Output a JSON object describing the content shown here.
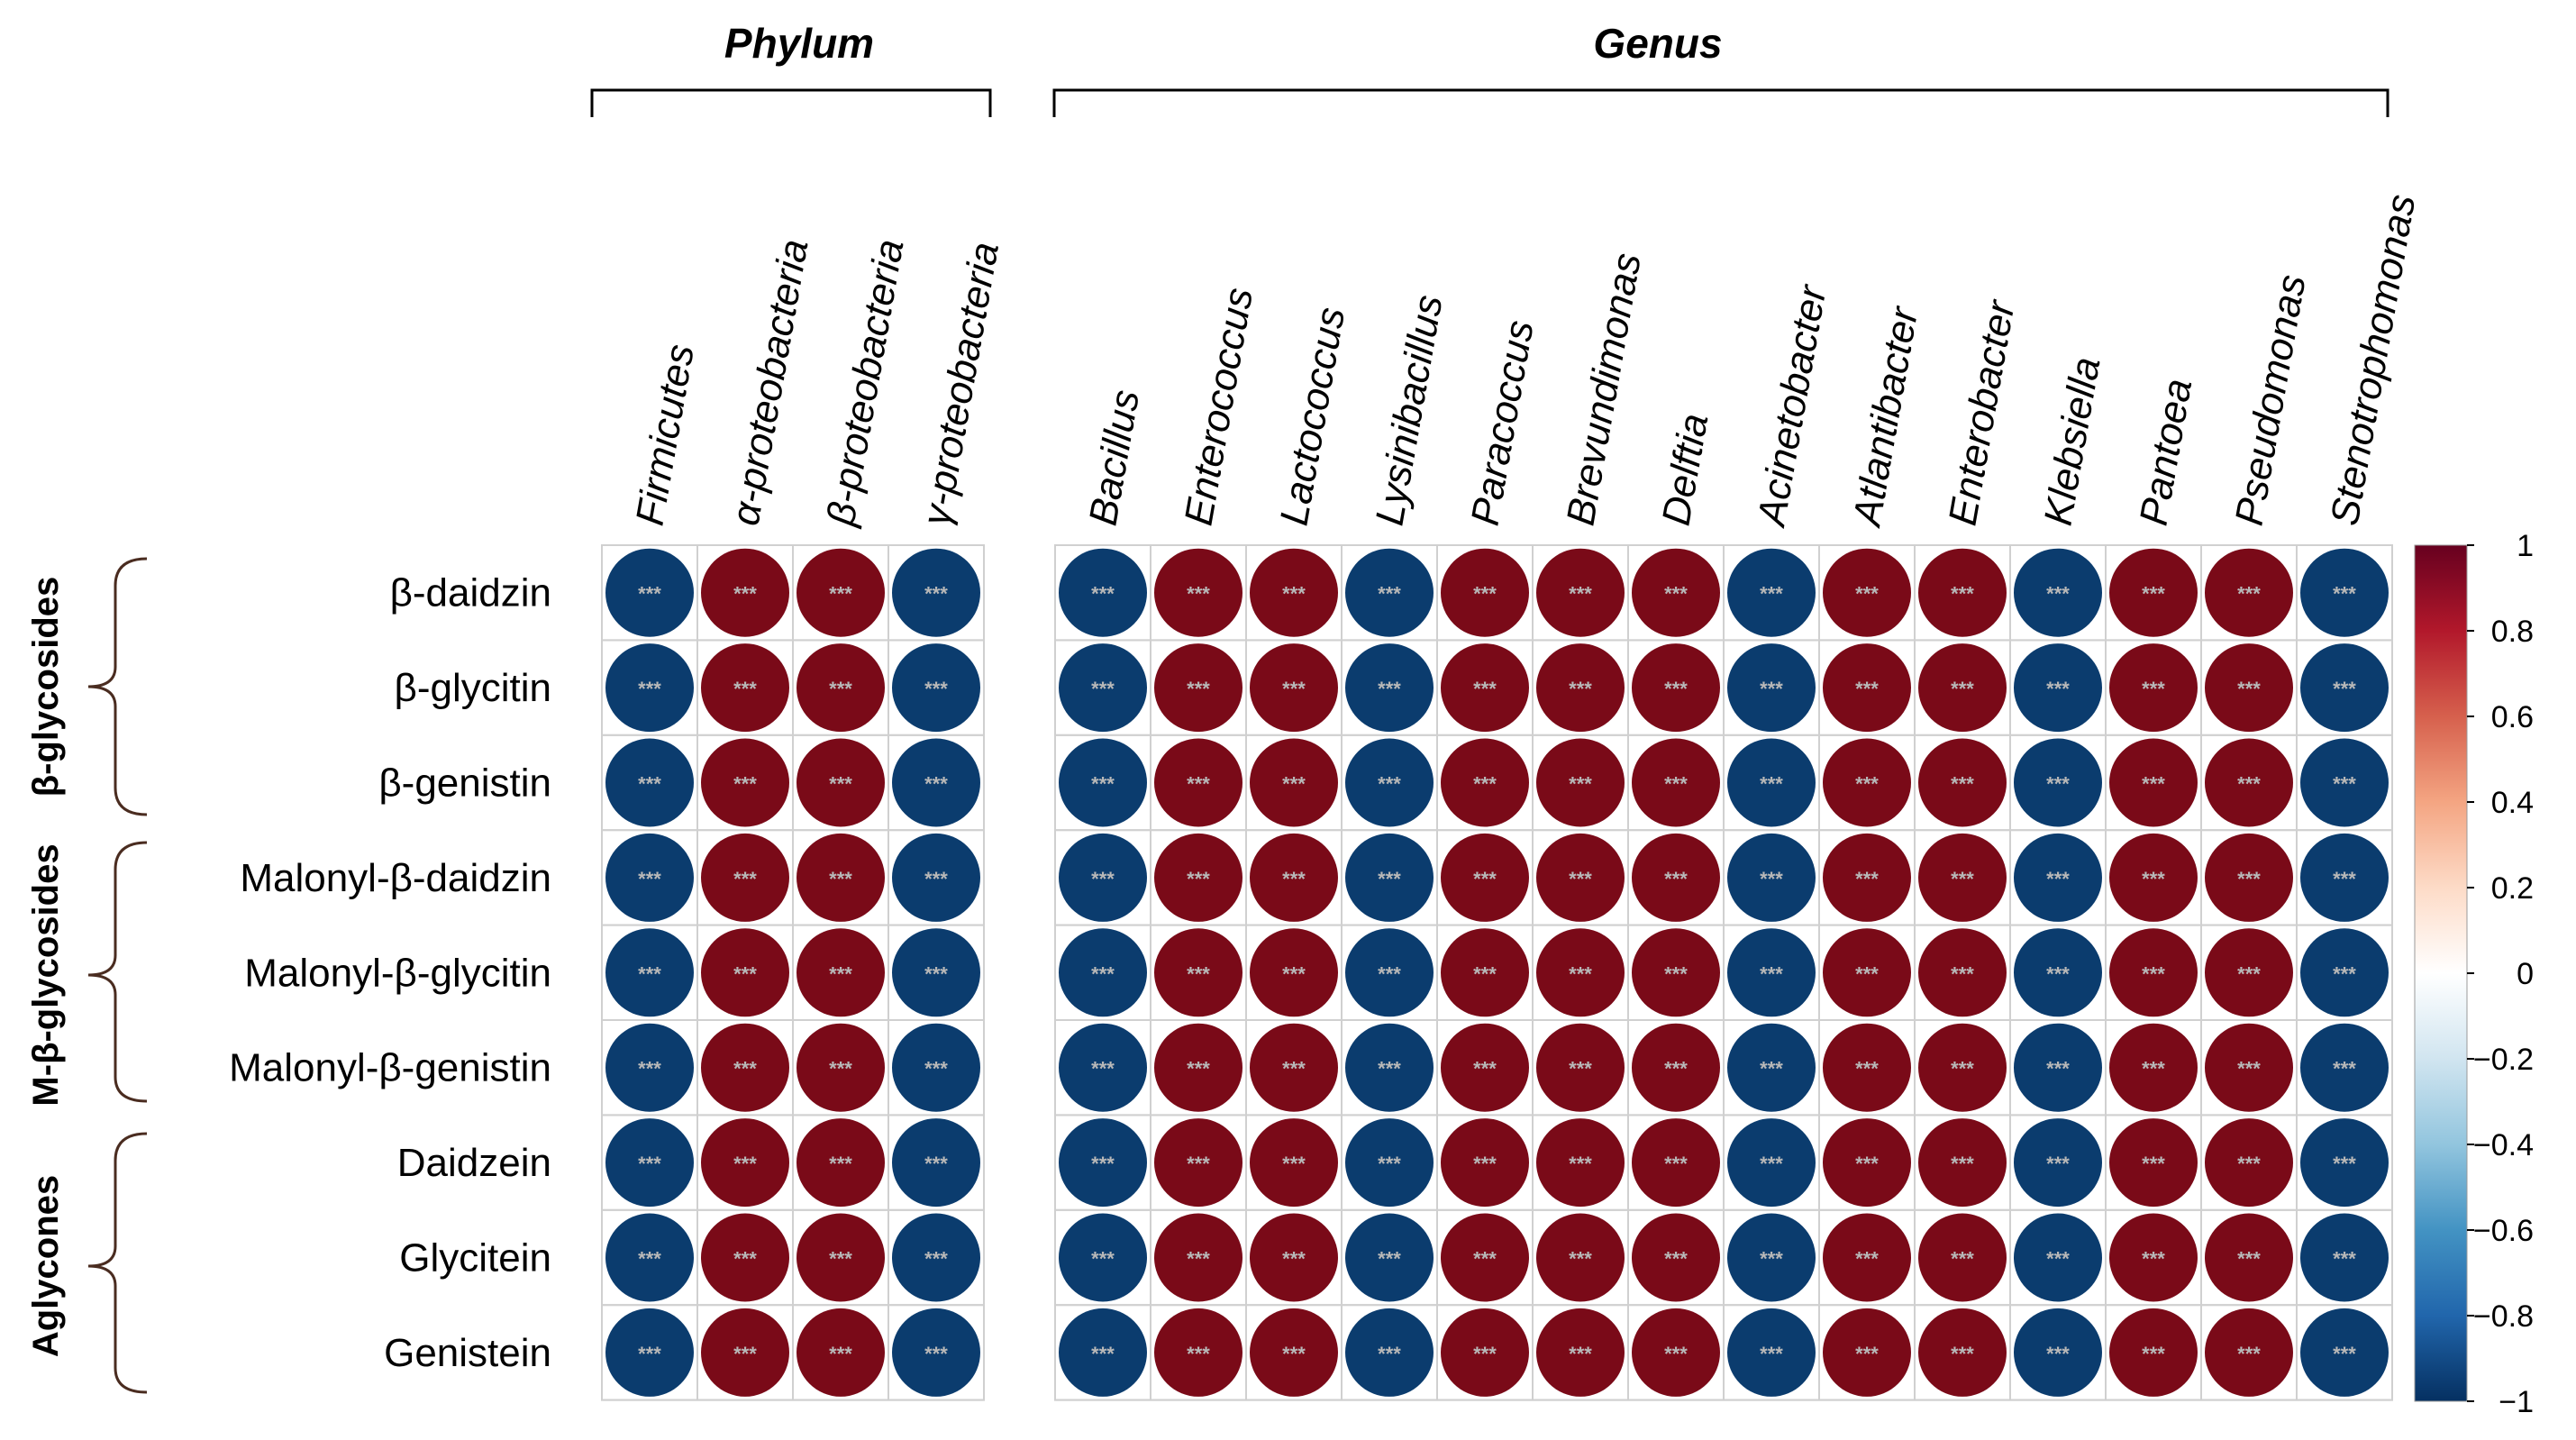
{
  "chart_data": {
    "type": "heatmap",
    "column_groups": [
      {
        "title": "Phylum",
        "columns": [
          "Firmicutes",
          "α-proteobacteria",
          "β-proteobacteria",
          "γ-proteobacteria"
        ]
      },
      {
        "title": "Genus",
        "columns": [
          "Bacillus",
          "Enterococcus",
          "Lactococcus",
          "Lysinibacillus",
          "Paracoccus",
          "Brevundimonas",
          "Delftia",
          "Acinetobacter",
          "Atlantibacter",
          "Enterobacter",
          "Klebsiella",
          "Pantoea",
          "Pseudomonas",
          "Stenotrophomonas"
        ]
      }
    ],
    "row_groups": [
      {
        "title": "β-glycosides",
        "rows": [
          "β-daidzin",
          "β-glycitin",
          "β-genistin"
        ]
      },
      {
        "title": "M-β-glycosides",
        "rows": [
          "Malonyl-β-daidzin",
          "Malonyl-β-glycitin",
          "Malonyl-β-genistin"
        ]
      },
      {
        "title": "Aglycones",
        "rows": [
          "Daidzein",
          "Glycitein",
          "Genistein"
        ]
      }
    ],
    "column_correlation": [
      -1,
      1,
      1,
      -1,
      -1,
      1,
      1,
      -1,
      1,
      1,
      1,
      -1,
      1,
      1,
      -1,
      1,
      1,
      -1
    ],
    "significance": "***",
    "colorbar": {
      "range": [
        -1,
        1
      ],
      "ticks": [
        "1",
        "0.8",
        "0.6",
        "0.4",
        "0.2",
        "0",
        "−0.2",
        "−0.4",
        "−0.6",
        "−0.8",
        "−1"
      ],
      "colors": [
        "#053061",
        "#2166ac",
        "#4393c3",
        "#92c5de",
        "#d1e5f0",
        "#ffffff",
        "#fddbc7",
        "#f4a582",
        "#d6604d",
        "#b2182b",
        "#67001f"
      ]
    },
    "positive_color": "#7a0a18",
    "negative_color": "#0b3c6e"
  }
}
